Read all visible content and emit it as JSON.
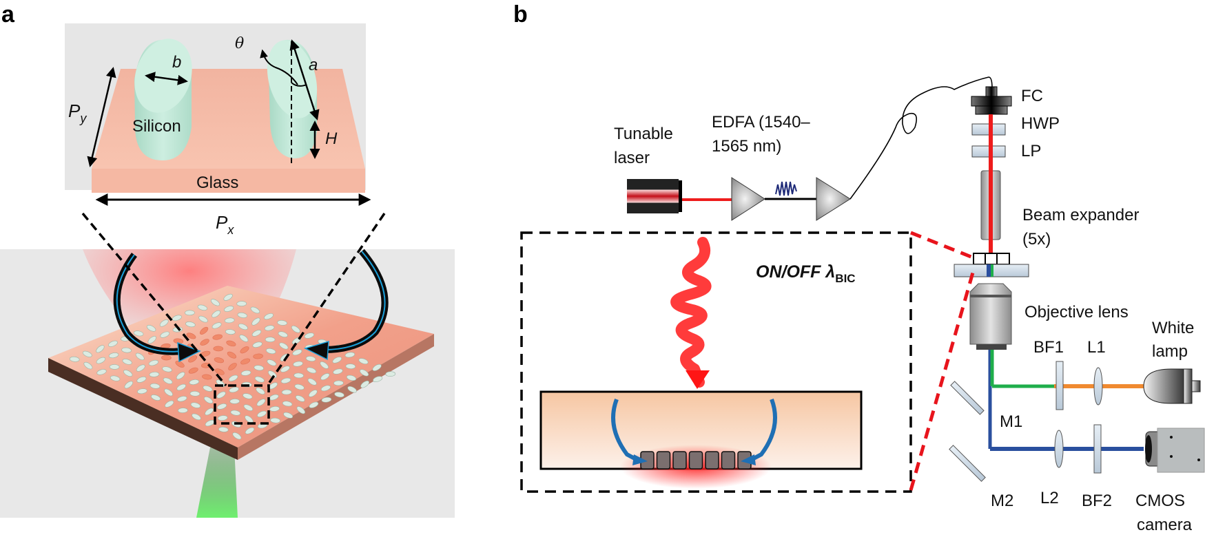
{
  "figure": {
    "panel_a": {
      "letter": "a",
      "unit_cell": {
        "label_b": "b",
        "label_theta": "θ",
        "label_a": "a",
        "label_Py_main": "P",
        "label_Py_sub": "y",
        "label_silicon": "Silicon",
        "label_H": "H",
        "label_glass": "Glass",
        "label_Px_main": "P",
        "label_Px_sub": "x"
      },
      "colors": {
        "pillar": "#bfe6d6",
        "glass": "#f4b9a3",
        "background": "#e6e6e6",
        "pump_beam": "#ff6b6b",
        "emission_beam": "#5fe05f",
        "arrows": "#1a9fd9"
      }
    },
    "panel_b": {
      "letter": "b",
      "components": {
        "tunable_laser_line1": "Tunable",
        "tunable_laser_line2": "laser",
        "edfa_line1": "EDFA (1540–",
        "edfa_line2": "1565 nm)",
        "fc": "FC",
        "hwp": "HWP",
        "lp": "LP",
        "beam_expander_line1": "Beam expander",
        "beam_expander_line2": "(5x)",
        "objective": "Objective lens",
        "white_lamp_line1": "White",
        "white_lamp_line2": "lamp",
        "bf1": "BF1",
        "l1": "L1",
        "m1": "M1",
        "m2": "M2",
        "l2": "L2",
        "bf2": "BF2",
        "cmos_line1": "CMOS",
        "cmos_line2": "camera"
      },
      "inset": {
        "label_main": "ON/OFF λ",
        "label_sub": "BIC",
        "pillar_count": 7
      },
      "colors": {
        "laser_beam": "#ee1c1c",
        "green_path": "#1fae4b",
        "blue_path": "#2a4f9e",
        "orange_path": "#f08a30",
        "inset_connector": "#e8141c"
      }
    }
  }
}
